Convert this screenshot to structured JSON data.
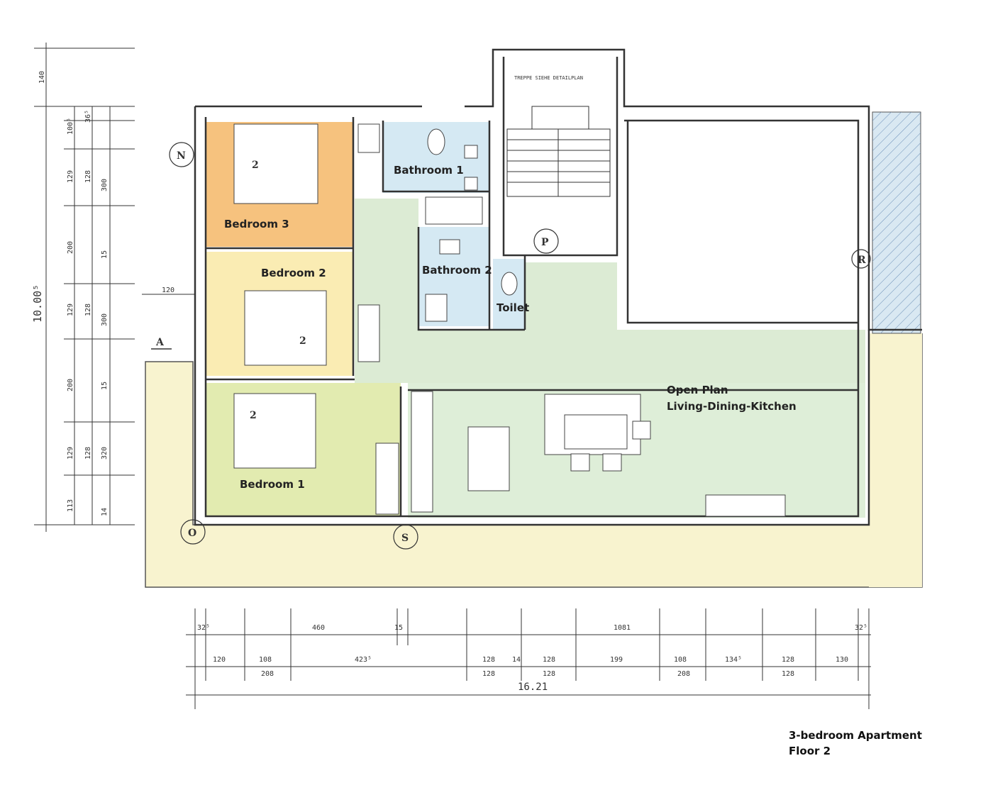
{
  "caption": {
    "line1": "3-bedroom Apartment",
    "line2": "Floor 2"
  },
  "rooms": {
    "bedroom3": "Bedroom 3",
    "bedroom2": "Bedroom 2",
    "bedroom1": "Bedroom 1",
    "bathroom1": "Bathroom 1",
    "bathroom2": "Bathroom 2",
    "toilet": "Toilet",
    "living_line1": "Open Plan",
    "living_line2": "Living-Dining-Kitchen"
  },
  "stair_note": "TREPPE SIEHE DETAILPLAN",
  "markers": {
    "north": "N",
    "section": "A",
    "p": "P",
    "r": "R",
    "s": "S",
    "o": "O"
  },
  "dims_left": {
    "outer": [
      "140",
      "10.00⁵"
    ],
    "col1": [
      "100⁵",
      "129",
      "200",
      "129",
      "200",
      "129",
      "113"
    ],
    "col2": [
      "36⁵",
      "128",
      "15",
      "128",
      "15",
      "128",
      "14"
    ],
    "col3": [
      "300",
      "300",
      "320"
    ],
    "side": "120"
  },
  "dims_bottom": {
    "row1": [
      "32⁵",
      "460",
      "15",
      "1081",
      "32⁵"
    ],
    "row2": [
      "120",
      "108",
      "423⁵",
      "128",
      "14",
      "128",
      "199",
      "108",
      "134⁵",
      "128",
      "130"
    ],
    "row3": [
      "208",
      "128",
      "128",
      "208",
      "128"
    ],
    "total": "16.21"
  },
  "colors": {
    "bedroom3": "#f6c27e",
    "bedroom2": "#faecb3",
    "bedroom1": "#e2ebb0",
    "bath": "#d5e9f3",
    "hall": "#dcebd4",
    "living": "#deeed8",
    "terrace": "#f8f3cf",
    "hatch": "#cfe3ef"
  }
}
